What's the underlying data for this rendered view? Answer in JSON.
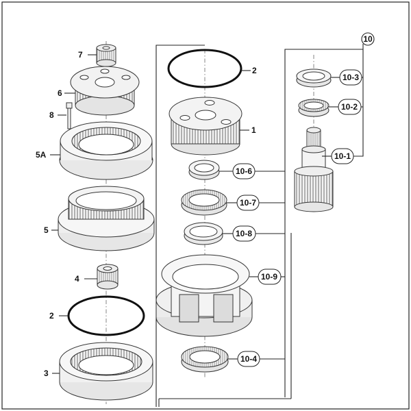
{
  "labels": {
    "l7": "7",
    "l6": "6",
    "l8": "8",
    "l5A": "5A",
    "l5": "5",
    "l4": "4",
    "l2a": "2",
    "l2b": "2",
    "l3": "3",
    "l1": "1",
    "l10": "10",
    "l10_1": "10-1",
    "l10_2": "10-2",
    "l10_3": "10-3",
    "l10_4": "10-4",
    "l10_6": "10-6",
    "l10_7": "10-7",
    "l10_8": "10-8",
    "l10_9": "10-9"
  }
}
